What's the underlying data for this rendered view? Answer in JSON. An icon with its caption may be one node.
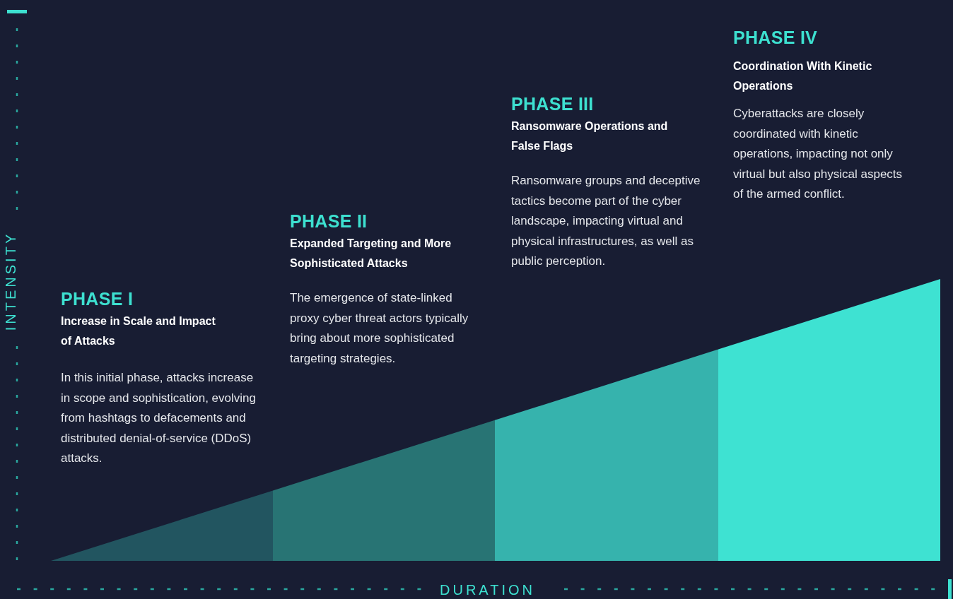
{
  "diagram": {
    "labels": [
      "INTENSITY",
      "PHASE I",
      "Increase in Scale and Impact of Attacks",
      "In this initial phase, attacks increase in scope and sophistication, evolving from hashtags to defacements and distributed denial-of-service (DDoS) attacks.",
      "PHASE II",
      "Expanded Targeting and More Sophisticated Attacks",
      "The emergence of state-linked proxy cyber threat actors typically bring about more sophisticated targeting strategies.",
      "PHASE III",
      "Ransomware Operations and False Flags",
      "Ransomware groups and deceptive tactics become part of the cyber landscape, impacting virtual and physical infrastructures, as well as public perception.",
      "PHASE IV",
      "Coordination With Kinetic Operations",
      "Cyberattacks are closely coordinated with kinetic operations, impacting not only virtual but also physical aspects of the armed conflict.",
      "DURATION"
    ]
  }
}
